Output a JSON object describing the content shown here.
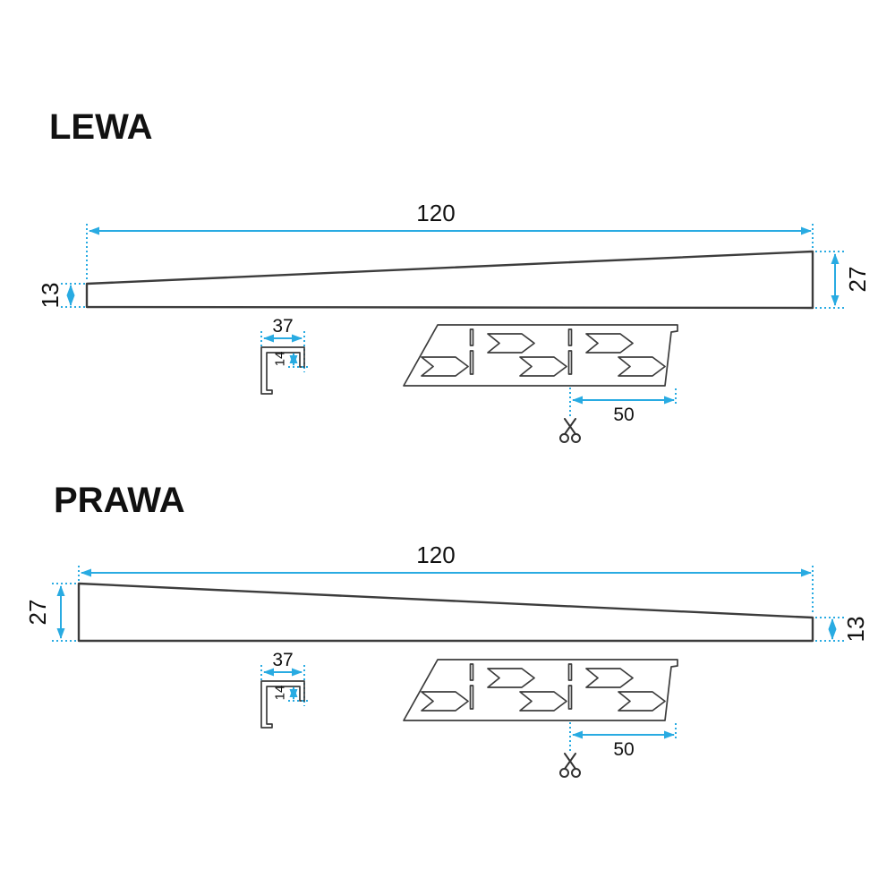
{
  "colors": {
    "dimension_blue": "#29abe2",
    "outline_dark": "#3c3c3c",
    "text_dark": "#111111",
    "background": "#ffffff"
  },
  "icons": {
    "scissors": "cut-here-scissors"
  },
  "panels": {
    "lewa": {
      "title": "LEWA",
      "length": "120",
      "left_height": "13",
      "right_height": "27",
      "clip_width": "37",
      "clip_height": "14",
      "cut_pitch": "50"
    },
    "prawa": {
      "title": "PRAWA",
      "length": "120",
      "left_height": "27",
      "right_height": "13",
      "clip_width": "37",
      "clip_height": "14",
      "cut_pitch": "50"
    }
  }
}
